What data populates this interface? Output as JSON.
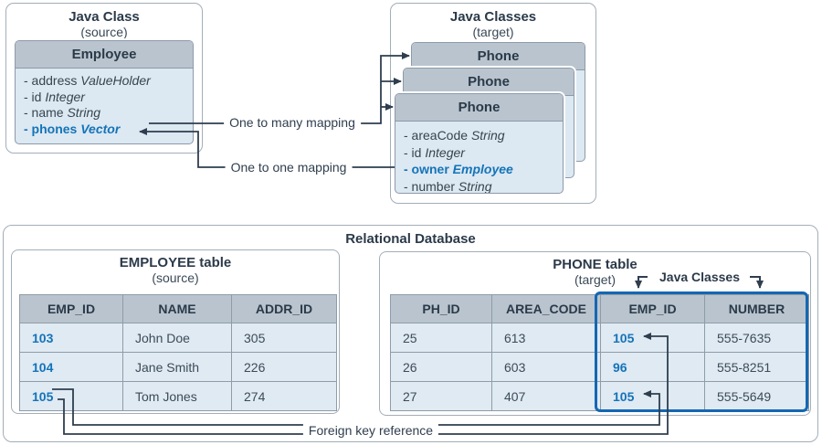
{
  "source_box": {
    "title": "Java Class",
    "subtitle": "(source)",
    "class_name": "Employee",
    "attributes": [
      {
        "name": "- address",
        "type": "ValueHolder"
      },
      {
        "name": "- id",
        "type": "Integer"
      },
      {
        "name": "- name",
        "type": "String"
      },
      {
        "name": "- phones",
        "type": "Vector"
      }
    ]
  },
  "target_box": {
    "title": "Java Classes",
    "subtitle": "(target)",
    "back_class_name": "Phone",
    "middle_class_name": "Phone",
    "front_class_name": "Phone",
    "attributes": [
      {
        "name": "- areaCode",
        "type": "String"
      },
      {
        "name": "- id",
        "type": "Integer"
      },
      {
        "name": "- owner",
        "type": "Employee"
      },
      {
        "name": "- number",
        "type": "String"
      }
    ]
  },
  "connector_labels": {
    "one_to_many": "One to many mapping",
    "one_to_one": "One to one mapping",
    "foreign_key": "Foreign key reference",
    "java_classes_pointer": "Java Classes"
  },
  "database": {
    "title": "Relational Database",
    "employee_table": {
      "title": "EMPLOYEE table",
      "subtitle": "(source)",
      "columns": [
        "EMP_ID",
        "NAME",
        "ADDR_ID"
      ],
      "rows": [
        [
          "103",
          "John Doe",
          "305"
        ],
        [
          "104",
          "Jane Smith",
          "226"
        ],
        [
          "105",
          "Tom Jones",
          "274"
        ]
      ]
    },
    "phone_table": {
      "title": "PHONE table",
      "subtitle": "(target)",
      "columns": [
        "PH_ID",
        "AREA_CODE",
        "EMP_ID",
        "NUMBER"
      ],
      "rows": [
        [
          "25",
          "613",
          "105",
          "555-7635"
        ],
        [
          "26",
          "603",
          "96",
          "555-8251"
        ],
        [
          "27",
          "407",
          "105",
          "555-5649"
        ]
      ]
    }
  },
  "colors": {
    "accent_blue": "#1573b8",
    "navy_text": "#2f3e4e",
    "header_fill": "#b9c4ce",
    "body_fill": "#dce8f2",
    "highlight_outline": "#1467b2",
    "border_gray": "#8f9ca7"
  }
}
